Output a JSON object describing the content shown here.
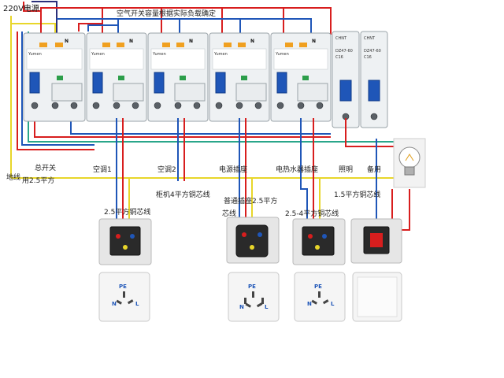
{
  "labels": {
    "power_source": "220V电源",
    "breaker_note": "空气开关容量根据实际负载确定",
    "ground": "地线",
    "main_switch": "总开关",
    "main_wire": "用2.5平方",
    "ac1": "空调1",
    "ac2": "空调2",
    "power_outlet": "电源插座",
    "water_heater": "电热水器插座",
    "lighting": "照明",
    "spare": "备用",
    "wire_2_5_a": "2.5平方铜芯线",
    "cabinet_4": "柜机4平方铜芯线",
    "normal_outlet_wire": "普通插座2.5平方",
    "core_wire": "芯线",
    "wire_2_5_4": "2.5-4平方铜芯线",
    "wire_1_5": "1.5平方铜芯线"
  },
  "breakers": {
    "brand": "Yumen",
    "mcb_model": "DZ47-60",
    "mcb_rating": "C16",
    "n_label": "N"
  },
  "sockets": {
    "pe": "PE",
    "n": "N",
    "l": "L"
  },
  "colors": {
    "live": "#d81e1e",
    "neutral": "#1f56b8",
    "ground": "#e8d62a",
    "earth_bus": "#2aa68a",
    "source_dark": "#2b2f7a"
  }
}
